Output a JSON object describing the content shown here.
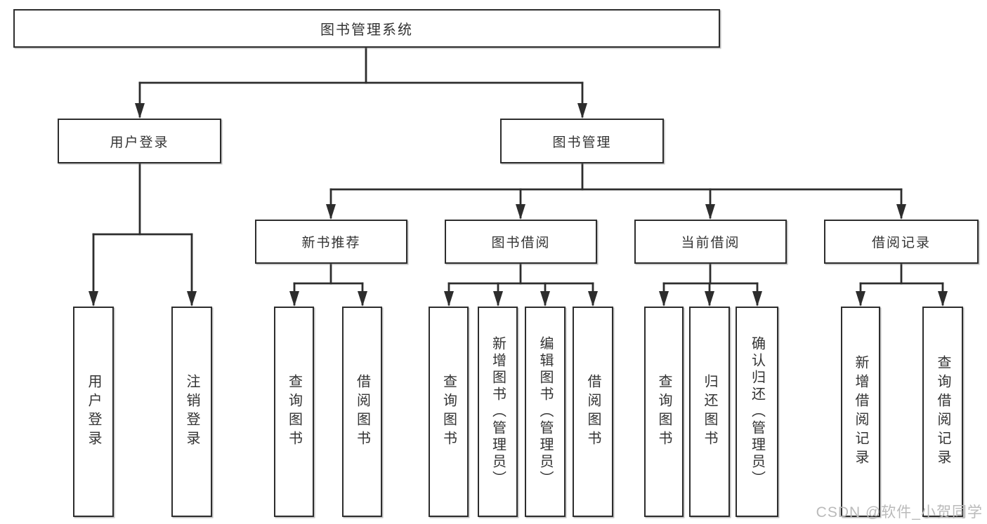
{
  "tree": {
    "root": "图书管理系统",
    "branches": [
      {
        "label": "用户登录",
        "children": [
          "用户登录",
          "注销登录"
        ]
      },
      {
        "label": "图书管理",
        "children": [
          {
            "label": "新书推荐",
            "children": [
              "查询图书",
              "借阅图书"
            ]
          },
          {
            "label": "图书借阅",
            "children": [
              "查询图书",
              "新增图书（管理员）",
              "编辑图书（管理员）",
              "借阅图书"
            ]
          },
          {
            "label": "当前借阅",
            "children": [
              "查询图书",
              "归还图书",
              "确认归还（管理员）"
            ]
          },
          {
            "label": "借阅记录",
            "children": [
              "新增借阅记录",
              "查询借阅记录"
            ]
          }
        ]
      }
    ]
  },
  "watermark": {
    "text": "CSDN @软件_小贺同学"
  },
  "colors": {
    "line": "#2d2d2d",
    "text": "#333333",
    "watermark": "#bababa",
    "background": "#ffffff"
  }
}
